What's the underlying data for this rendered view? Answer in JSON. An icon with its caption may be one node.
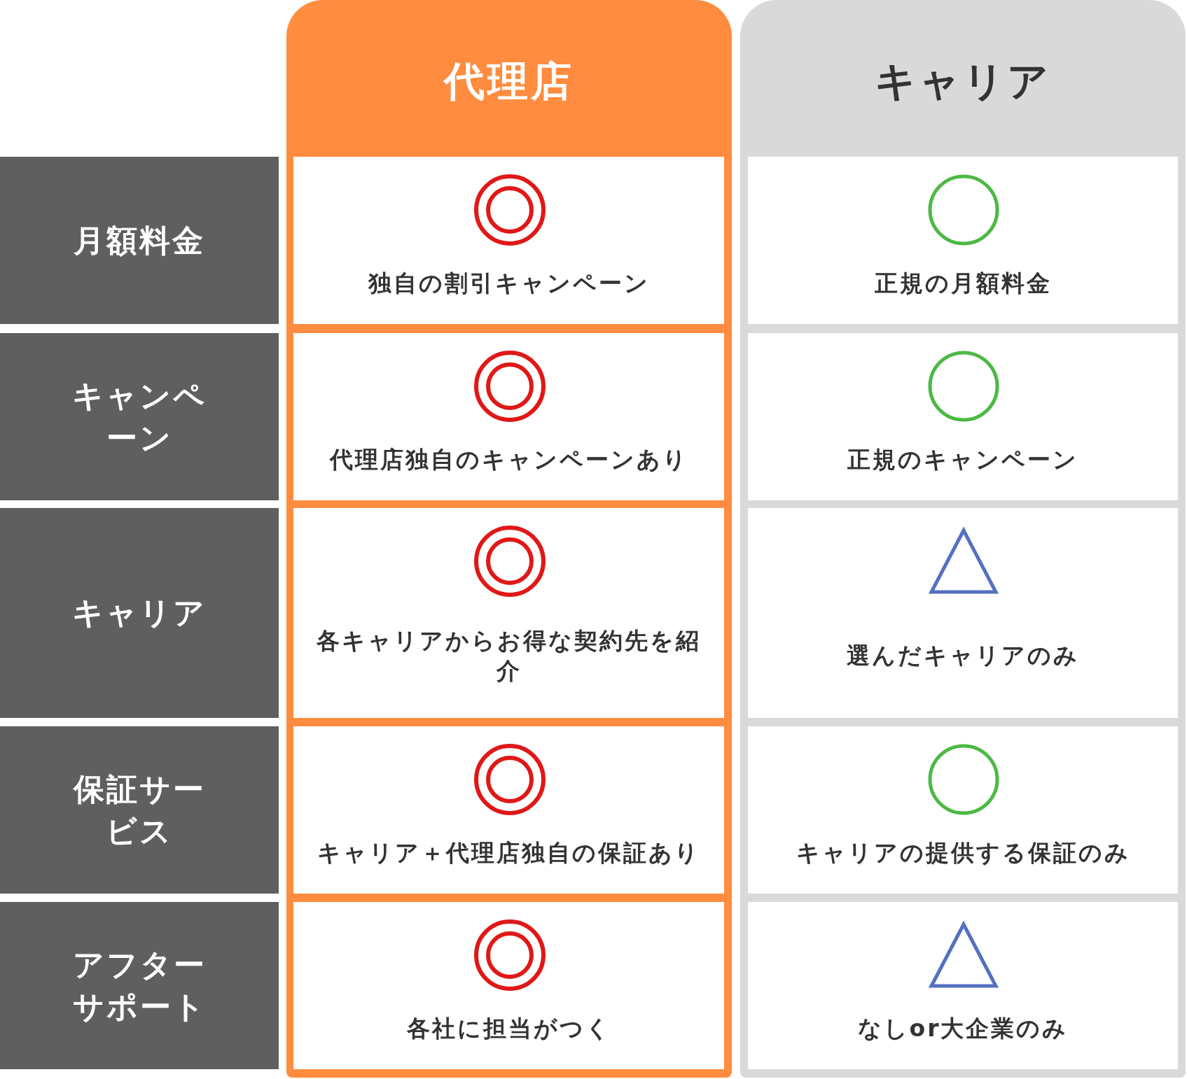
{
  "diagram": {
    "nodes": [
      {
        "text": [
          "代理店"
        ]
      },
      {
        "text": [
          "キャリア"
        ]
      },
      {
        "text": [
          "月額料金"
        ]
      },
      {
        "text": [
          "独自の割引キャンペーン"
        ],
        "in": 0
      },
      {
        "text": [],
        "shape": "double-circle",
        "in": 3
      },
      {
        "text": [
          "正規の月額料金"
        ],
        "in": 1
      },
      {
        "text": [],
        "shape": "circle",
        "in": 5
      },
      {
        "text": [
          "キャンペーン"
        ]
      },
      {
        "text": [
          "代理店独自のキャンペーンあり"
        ],
        "in": 0
      },
      {
        "text": [],
        "shape": "double-circle",
        "in": 8
      },
      {
        "text": [
          "正規のキャンペーン"
        ],
        "in": 1
      },
      {
        "text": [],
        "shape": "circle",
        "in": 10
      },
      {
        "text": [
          "キャリア"
        ]
      },
      {
        "text": [
          "各キャリアからお得な契約先を紹介"
        ],
        "in": 0
      },
      {
        "text": [],
        "shape": "double-circle",
        "in": 13
      },
      {
        "text": [
          "選んだキャリアのみ"
        ],
        "in": 1
      },
      {
        "text": [],
        "shape": "triangle",
        "in": 15
      },
      {
        "text": [
          "保証サービス"
        ]
      },
      {
        "text": [
          "キャリア＋代理店独自の保証あり"
        ],
        "in": 0
      },
      {
        "text": [],
        "shape": "double-circle",
        "in": 18
      },
      {
        "text": [
          "キャリアの提供する保証のみ"
        ],
        "in": 1
      },
      {
        "text": [],
        "shape": "circle",
        "in": 20
      },
      {
        "text": [
          "アフターサポート"
        ]
      },
      {
        "text": [
          "各社に担当がつく"
        ],
        "in": 0
      },
      {
        "text": [],
        "shape": "double-circle",
        "in": 23
      },
      {
        "text": [
          "なしor大企業のみ"
        ],
        "in": 1
      },
      {
        "text": [],
        "shape": "triangle",
        "in": 25
      }
    ]
  }
}
